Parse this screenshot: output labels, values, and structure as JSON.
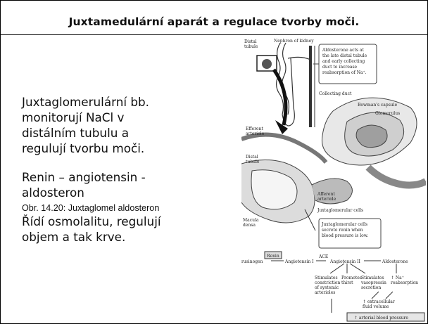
{
  "slide": {
    "title": "Juxtamedulární aparát a regulace tvorby moči.",
    "paragraph1": [
      "Juxtaglomerulární bb.",
      "monitorují NaCl v",
      "distálním tubulu a",
      "regulují tvorbu moči."
    ],
    "paragraph2": [
      "Renin – angiotensin -",
      "aldosteron"
    ],
    "figure_ref": "Obr. 14.20: Juxtaglomel aldosteron",
    "paragraph3": [
      "Řídí osmolalitu, regulují",
      "objem a tak krve."
    ]
  },
  "diagram": {
    "labels": {
      "distal_tubule": "Distal\ntubule",
      "nephron": "Nephron of kidney",
      "aldosterone_note": "Aldosterone acts at\nthe late distal tubule\nand early collecting\nduct to increase\nreabsorption of Na⁺.",
      "collecting_duct": "Collecting duct",
      "bowmans_capsule": "Bowman's capsule",
      "glomerulus": "Glomerulus",
      "efferent": "Efferent\narteriole",
      "distal_tubule2": "Distal\ntubule",
      "afferent": "Afferent\narteriole",
      "macula": "Macula\ndensa",
      "jg_cells": "Juxtaglomerular cells",
      "jg_note": "Juxtaglomerular cells\nsecrete renin when\nblood pressure is low.",
      "angiotensinogen": "Angiotensinogen",
      "renin": "Renin",
      "ang1": "Angiotensin I",
      "ace": "ACE",
      "ang2": "Angiotensin II",
      "aldosterone": "Aldosterone",
      "out1": "Stimulates\nconstriction\nof systemic\narterioles",
      "out2": "Promotes\nthirst",
      "out3": "Stimulates\nvasopressin\nsecretion",
      "out4": "↑ Na⁺\nreabsorption",
      "extracellular": "↑ extracellular\nfluid volume",
      "bp": "↑ arterial blood pressure"
    }
  }
}
